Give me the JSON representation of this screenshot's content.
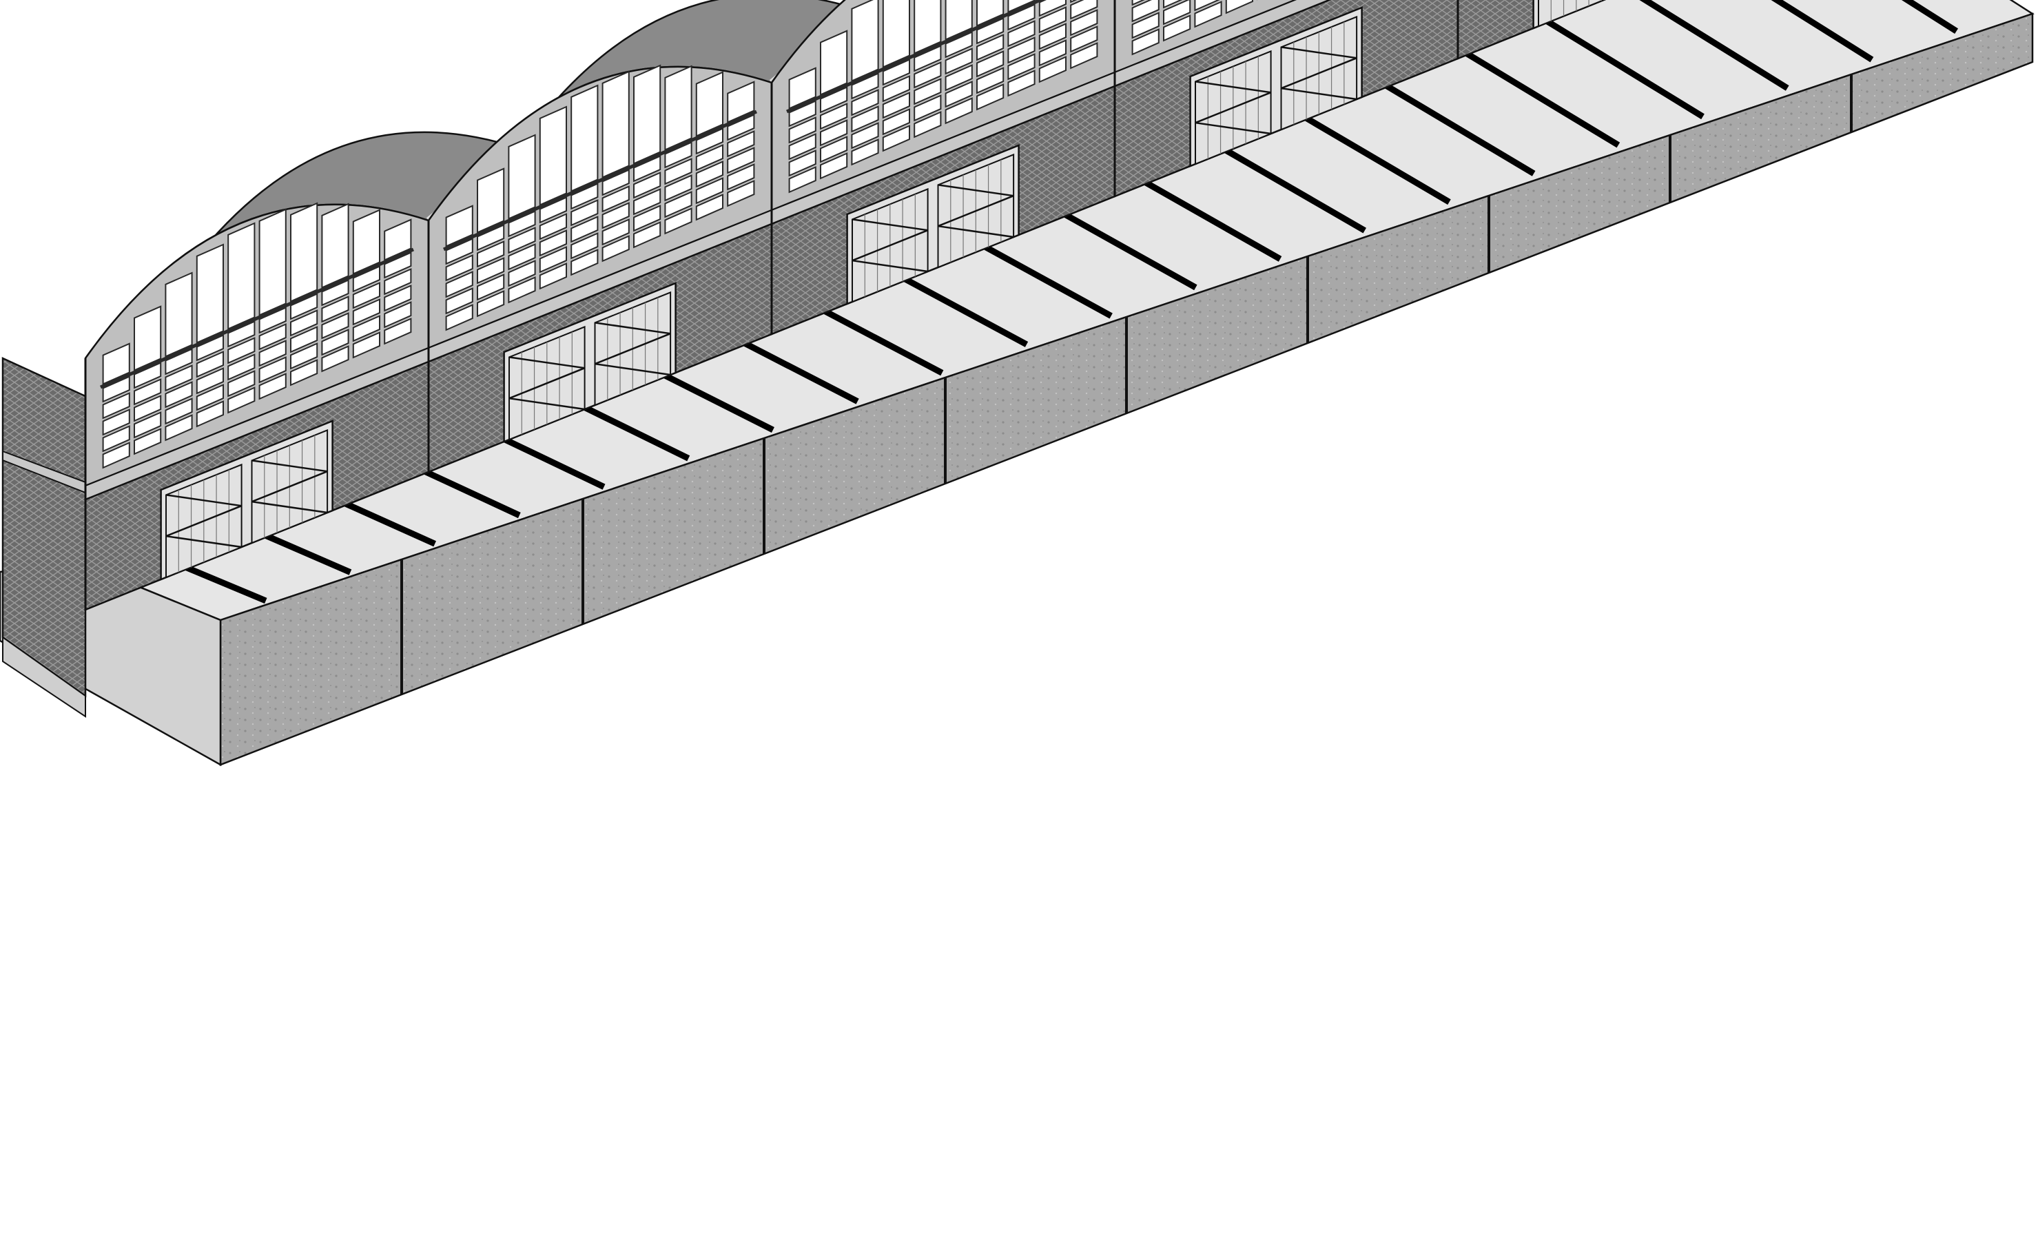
{
  "figure": {
    "description_text": "",
    "bay_count": 5,
    "windows_per_bay": {
      "columns": 10,
      "rows": 5
    },
    "doors_per_bay": 2,
    "platform_stripes": 21
  },
  "colors": {
    "background": "#ffffff",
    "outline": "#111111",
    "roof": "#8a8a8a",
    "roof_shadow": "#737373",
    "roof_ridge": "#dcdcdc",
    "facade": "#bfbfbf",
    "facade_band": "#c8c8c8",
    "brick": "#6b6b6b",
    "window_glass": "#ffffff",
    "window_frame": "#2a2a2a",
    "door": "#e2e2e2",
    "platform_top": "#e6e6e6",
    "platform_side": "#a8a8a8",
    "stripe": "#000000",
    "gable_end": "#5e5e5e"
  }
}
